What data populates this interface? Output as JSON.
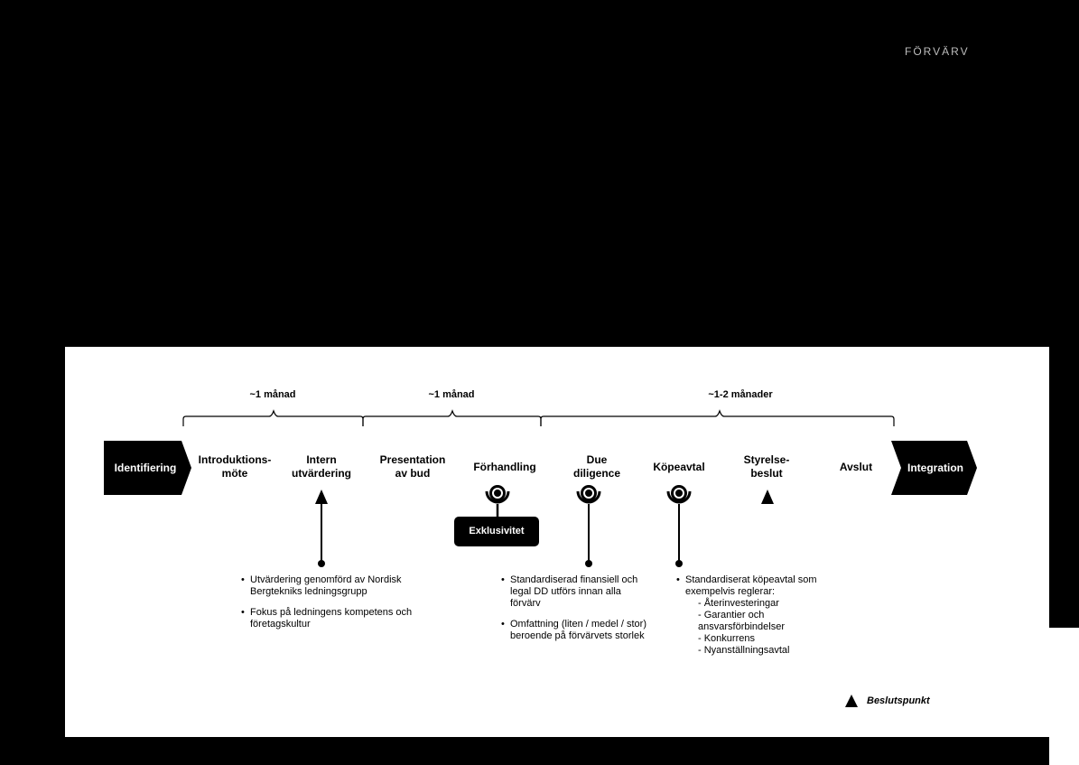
{
  "header": {
    "section_label": "FÖRVÄRV"
  },
  "durations": [
    "~1 månad",
    "~1 månad",
    "~1-2 månader"
  ],
  "arrows": {
    "start": "Identifiering",
    "end": "Integration"
  },
  "steps": [
    {
      "label": "Introduktions-\nmöte"
    },
    {
      "label": "Intern\nutvärdering"
    },
    {
      "label": "Presentation\nav bud"
    },
    {
      "label": "Förhandling"
    },
    {
      "label": "Due\ndiligence"
    },
    {
      "label": "Köpeavtal"
    },
    {
      "label": "Styrelse-\nbeslut"
    },
    {
      "label": "Avslut"
    }
  ],
  "exclusivity_label": "Exklusivitet",
  "notes": {
    "intern": [
      "Utvärdering genomförd av Nordisk Bergtekniks ledningsgrupp",
      "Fokus på ledningens kompetens och företagskultur"
    ],
    "due_diligence": [
      "Standardiserad finansiell och legal DD utförs innan alla förvärv",
      "Omfattning (liten / medel / stor) beroende på förvärvets storlek"
    ],
    "kopeavtal": {
      "intro": "Standardiserat köpeavtal som exempelvis reglerar:",
      "items": [
        "- Återinvesteringar",
        "- Garantier och ansvarsförbindelser",
        "- Konkurrens",
        "- Nyanställningsavtal"
      ]
    }
  },
  "legend": {
    "label": "Beslutspunkt"
  }
}
